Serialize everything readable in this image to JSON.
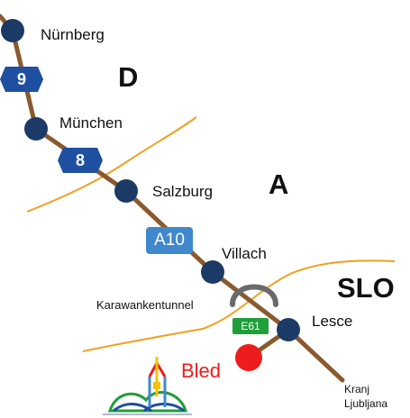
{
  "colors": {
    "road": "#8a5a2e",
    "border": "#f0a020",
    "city_marker": "#1c3a66",
    "destination_marker": "#ee1c1c",
    "destination_label": "#ee1c1c",
    "german_autobahn_shield": "#1f4fa0",
    "austrian_motorway_sign": "#3f88cc",
    "european_route_sign": "#1f9e3a",
    "tunnel": "#6a6a6a"
  },
  "countries": [
    {
      "code": "D"
    },
    {
      "code": "A"
    },
    {
      "code": "SLO"
    }
  ],
  "cities": [
    {
      "name": "Nürnberg"
    },
    {
      "name": "München"
    },
    {
      "name": "Salzburg"
    },
    {
      "name": "Villach"
    },
    {
      "name": "Lesce"
    }
  ],
  "destination": {
    "name": "Bled"
  },
  "onward": {
    "line1": "Kranj",
    "line2": "Ljubljana"
  },
  "tunnel": {
    "name": "Karawankentunnel"
  },
  "road_signs": [
    {
      "label": "9",
      "icon": "autobahn-shield"
    },
    {
      "label": "8",
      "icon": "autobahn-shield"
    },
    {
      "label": "A10",
      "icon": "motorway-sign"
    },
    {
      "label": "E61",
      "icon": "european-route-sign"
    }
  ],
  "icons": [
    "bled-castle-icon"
  ]
}
